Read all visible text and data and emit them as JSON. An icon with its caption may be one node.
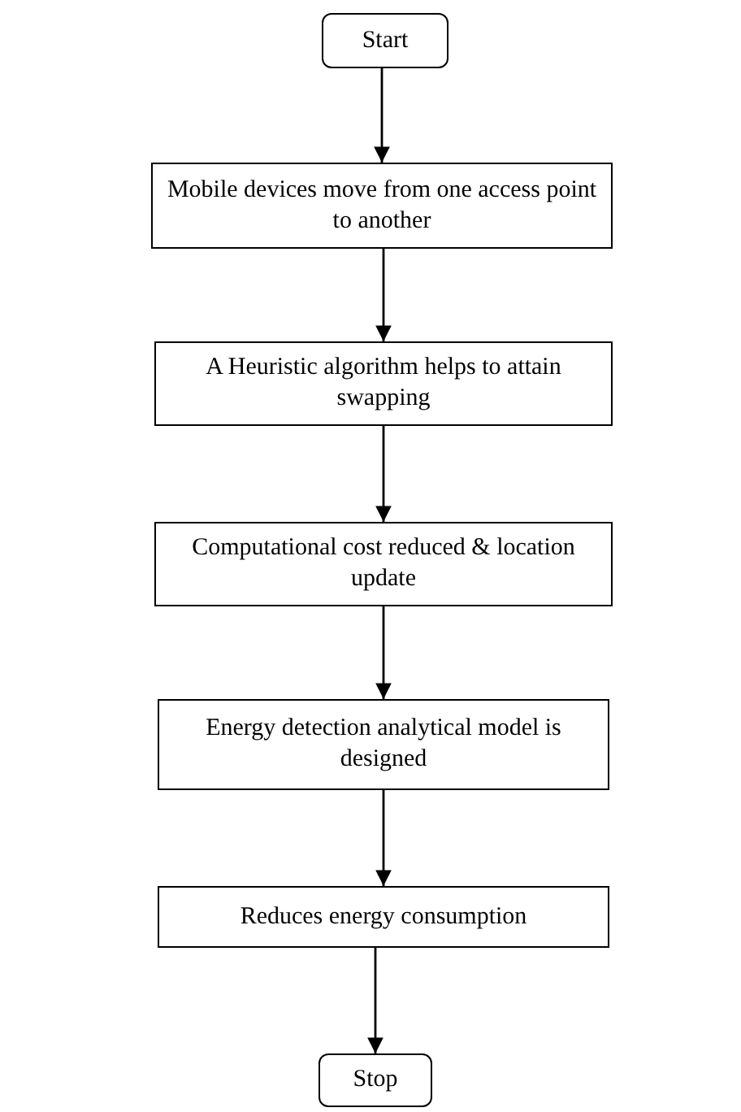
{
  "diagram": {
    "nodes": [
      {
        "text": [
          "Start"
        ]
      },
      {
        "text": [
          "Mobile devices move from one access point to another"
        ]
      },
      {
        "text": [
          "A Heuristic algorithm helps to attain swapping"
        ]
      },
      {
        "text": [
          "Computational cost reduced & location update"
        ]
      },
      {
        "text": [
          "Energy detection analytical model is designed"
        ]
      },
      {
        "text": [
          "Reduces energy consumption"
        ]
      },
      {
        "text": [
          "Stop"
        ]
      }
    ],
    "edges": [
      {
        "from": 0,
        "to": 1,
        "arrow": "to"
      },
      {
        "from": 1,
        "to": 2,
        "arrow": "to"
      },
      {
        "from": 2,
        "to": 3,
        "arrow": "to"
      },
      {
        "from": 3,
        "to": 4,
        "arrow": "to"
      },
      {
        "from": 4,
        "to": 5,
        "arrow": "to"
      },
      {
        "from": 5,
        "to": 6,
        "arrow": "to"
      }
    ]
  }
}
